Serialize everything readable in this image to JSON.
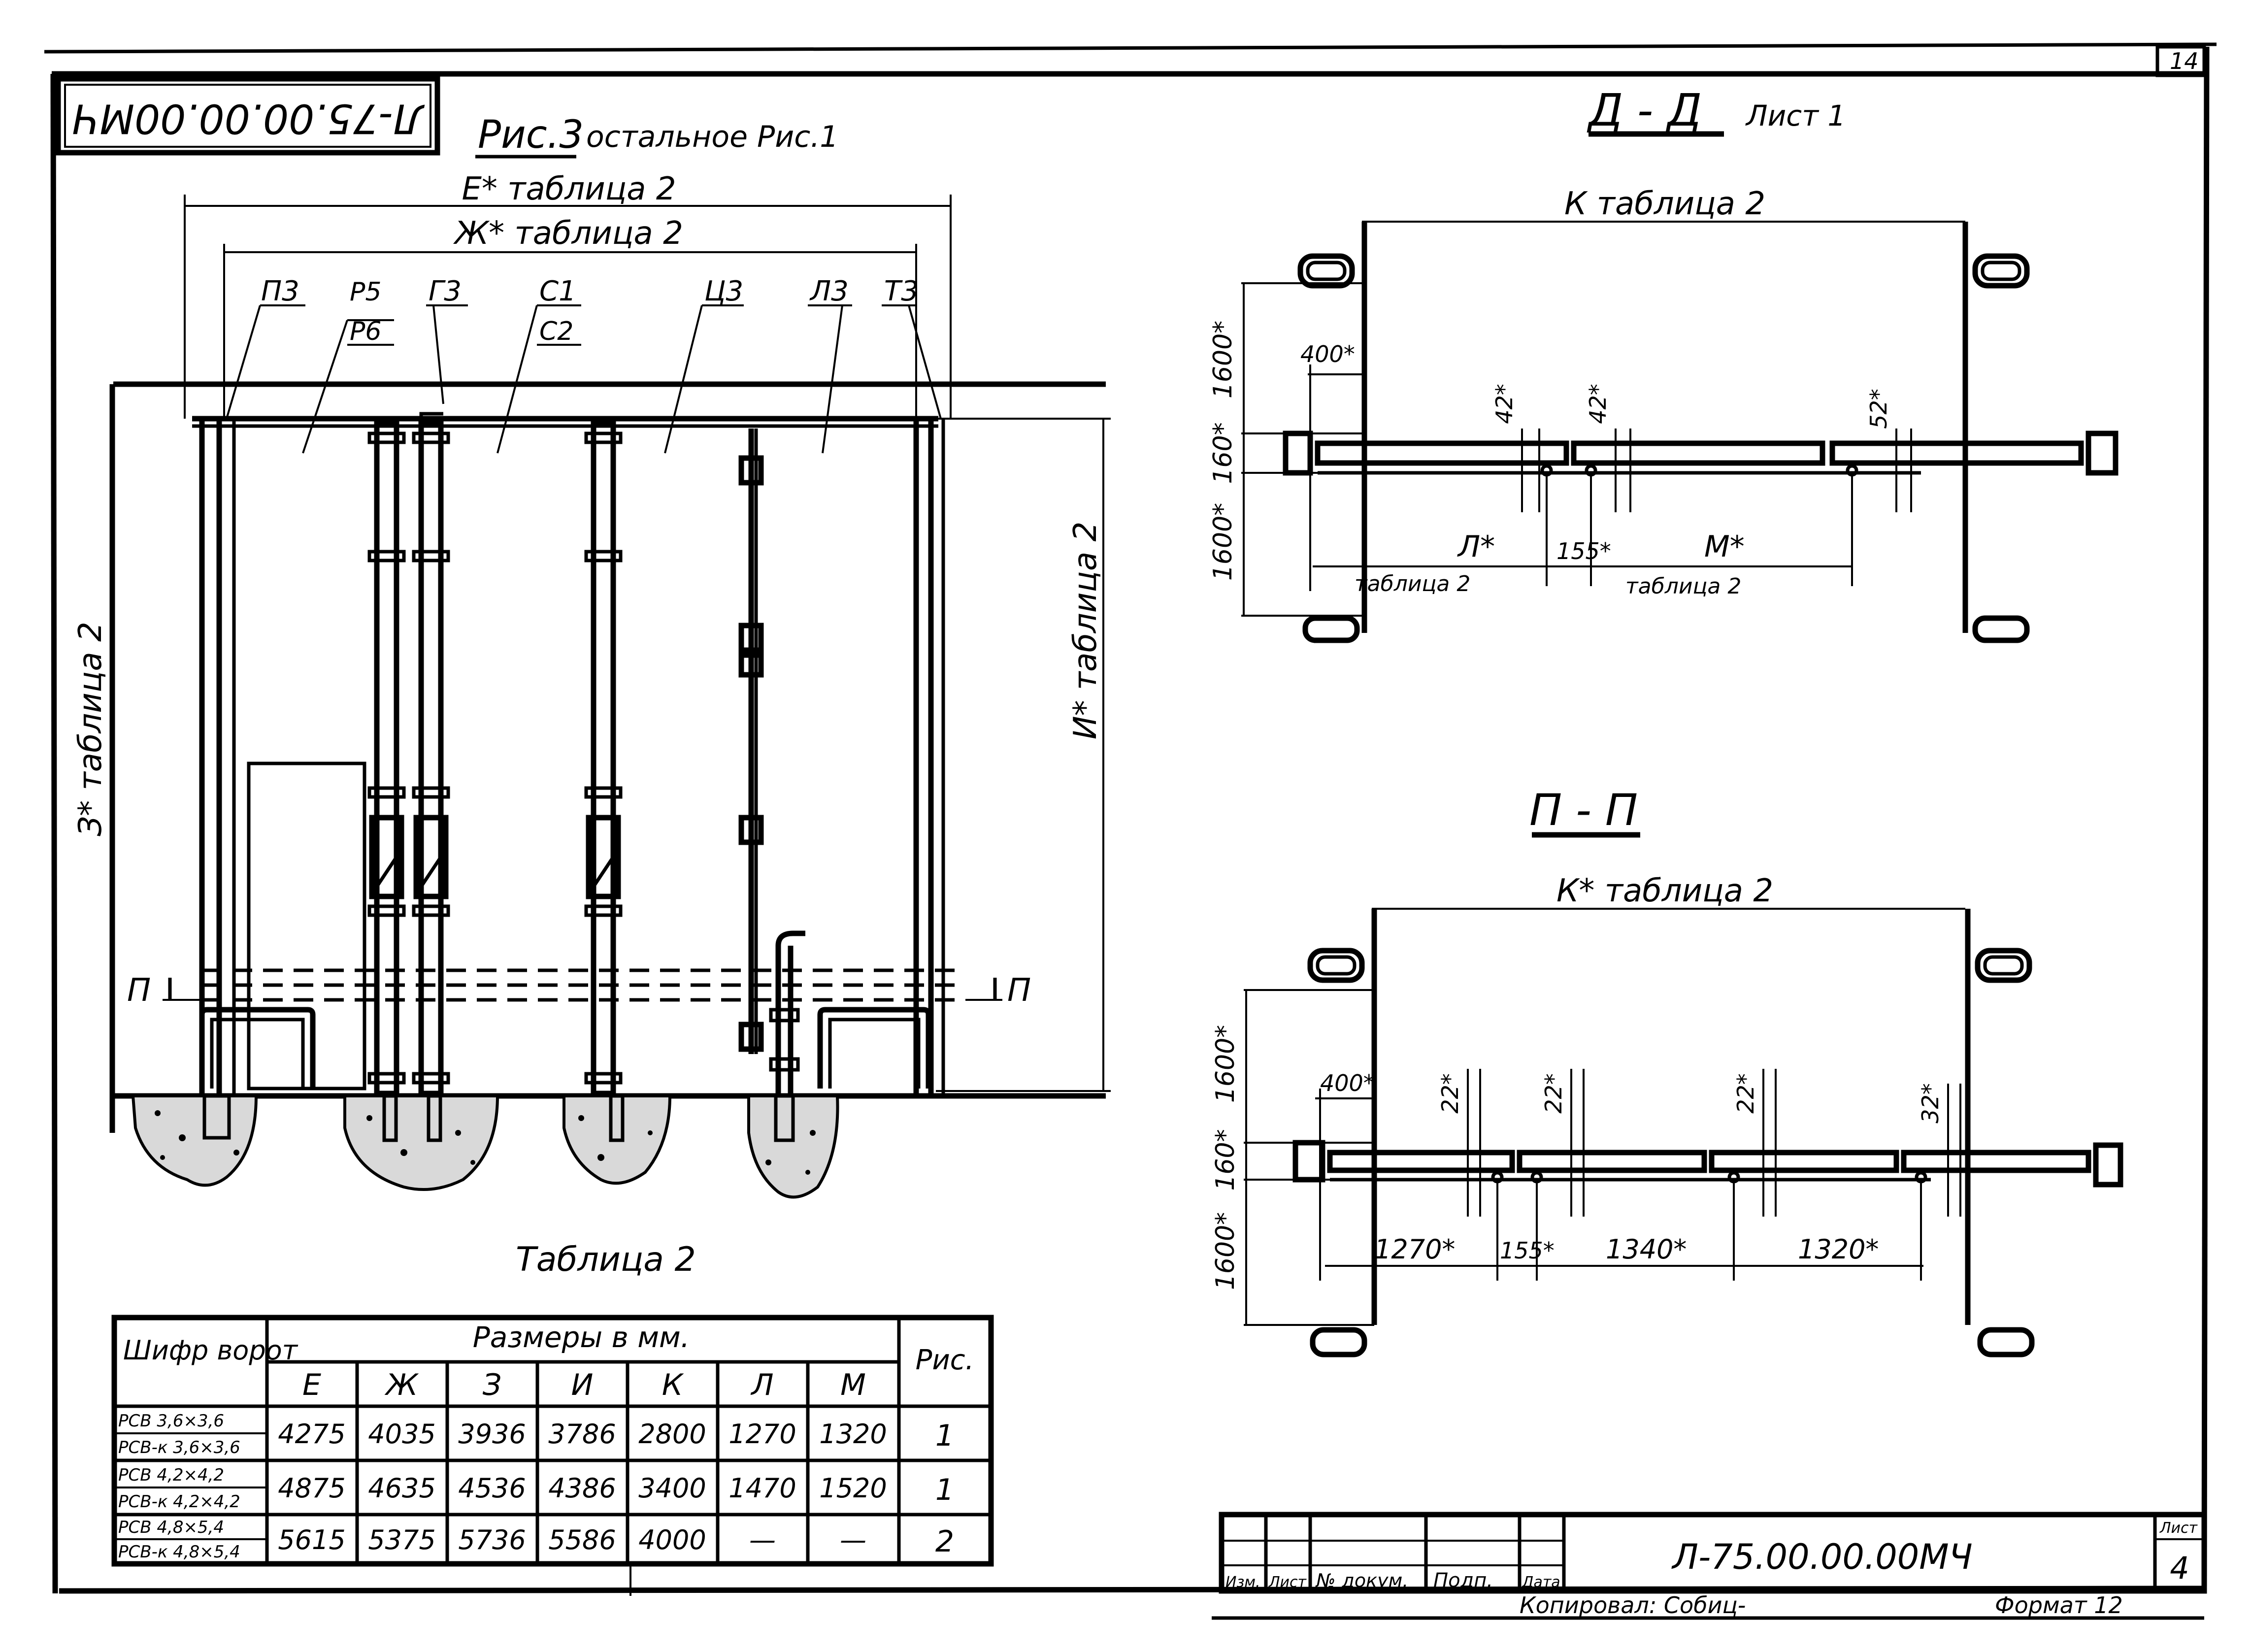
{
  "stamp_top": "Л-75.00.00.00МЧ",
  "sheet_number": "14",
  "figure": {
    "title": "Рис.3",
    "subtitle": "остальное Рис.1",
    "dim_e": "Е* таблица 2",
    "dim_zh": "Ж* таблица 2",
    "dim_z": "З* таблица 2",
    "dim_i": "И* таблица 2",
    "labels": [
      "П3",
      "Р5",
      "Р6",
      "Г3",
      "С1",
      "С2",
      "Ц3",
      "Л3",
      "Т3"
    ],
    "section_mark": "П"
  },
  "section_dd": {
    "title": "Д - Д",
    "subtitle": "Лист 1",
    "dim_k": "К таблица 2",
    "dims": [
      "400*",
      "1600*",
      "160*",
      "1600*",
      "42*",
      "42*",
      "52*",
      "155*"
    ],
    "dim_l": "Л*",
    "dim_m": "М*",
    "table_ref_l": "таблица 2",
    "table_ref_m": "таблица 2"
  },
  "section_pp": {
    "title": "П - П",
    "dim_k": "К* таблица 2",
    "dims": [
      "400*",
      "1600*",
      "160*",
      "1600*",
      "22*",
      "22*",
      "22*",
      "32*"
    ],
    "bottom_dims": [
      "1270*",
      "155*",
      "1340*",
      "1320*"
    ]
  },
  "table": {
    "title": "Таблица 2",
    "col_header_1": "Шифр ворот",
    "group_header": "Размеры в мм.",
    "col_header_last": "Рис.",
    "columns": [
      "Е",
      "Ж",
      "З",
      "И",
      "К",
      "Л",
      "М"
    ],
    "rows": [
      {
        "codes": [
          "РСВ 3,6×3,6",
          "РСВ-к 3,6×3,6"
        ],
        "values": [
          "4275",
          "4035",
          "3936",
          "3786",
          "2800",
          "1270",
          "1320"
        ],
        "fig": "1"
      },
      {
        "codes": [
          "РСВ 4,2×4,2",
          "РСВ-к 4,2×4,2"
        ],
        "values": [
          "4875",
          "4635",
          "4536",
          "4386",
          "3400",
          "1470",
          "1520"
        ],
        "fig": "1"
      },
      {
        "codes": [
          "РСВ 4,8×5,4",
          "РСВ-к 4,8×5,4"
        ],
        "values": [
          "5615",
          "5375",
          "5736",
          "5586",
          "4000",
          "—",
          "—"
        ],
        "fig": "2"
      }
    ]
  },
  "title_block": {
    "designation": "Л-75.00.00.00МЧ",
    "cols": [
      "Изм.",
      "Лист",
      "№ докум.",
      "Подп.",
      "Дата"
    ],
    "sheet_label": "Лист",
    "sheet_value": "4",
    "copied": "Копировал: Собиц-",
    "format": "Формат 12"
  }
}
